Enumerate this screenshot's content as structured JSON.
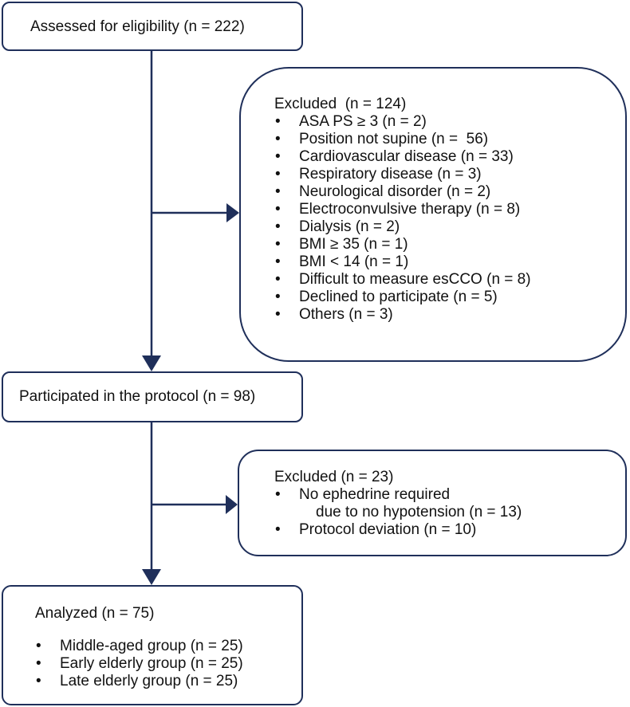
{
  "assessed": {
    "label": "Assessed for eligibility (n = 222)"
  },
  "excluded_1": {
    "heading": "Excluded  (n = 124)",
    "items": [
      "ASA PS ≥ 3 (n = 2)",
      "Position not supine (n =  56)",
      "Cardiovascular disease (n = 33)",
      "Respiratory disease (n = 3)",
      "Neurological disorder (n = 2)",
      "Electroconvulsive therapy (n = 8)",
      "Dialysis (n = 2)",
      "BMI ≥ 35 (n = 1)",
      "BMI < 14 (n = 1)",
      "Difficult to measure esCCO (n = 8)",
      "Declined to participate (n = 5)",
      "Others (n = 3)"
    ]
  },
  "participated": {
    "label": "Participated in the protocol (n = 98)"
  },
  "excluded_2": {
    "heading": "Excluded (n = 23)",
    "item_1_line_1": "No ephedrine required",
    "item_1_line_2": "due to no hypotension (n = 13)",
    "item_2": "Protocol deviation (n = 10)"
  },
  "analyzed": {
    "heading": "Analyzed (n = 75)",
    "items": [
      "Middle-aged group (n = 25)",
      "Early elderly group (n = 25)",
      "Late elderly group (n = 25)"
    ]
  },
  "colors": {
    "line": "#1f2f5a",
    "text": "#111111"
  }
}
